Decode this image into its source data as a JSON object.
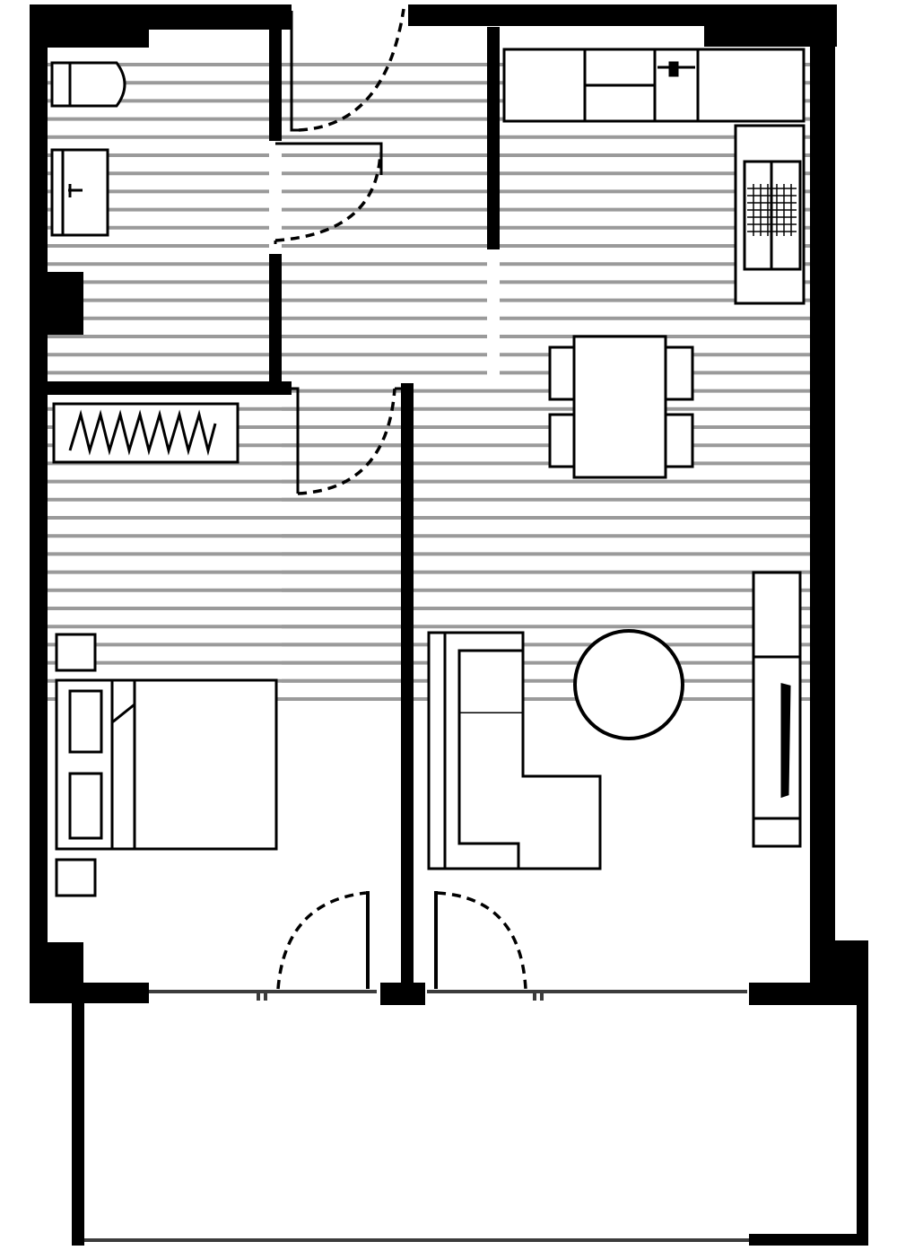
{
  "diagram": {
    "type": "apartment-floor-plan",
    "text_labels": [],
    "colors": {
      "wall": "#000000",
      "floor_hatch": "#9a9a9a",
      "background": "#ffffff",
      "window_rail": "#3c3c3c"
    },
    "rooms": [
      {
        "id": "bathroom",
        "floor": "hatched"
      },
      {
        "id": "hallway",
        "floor": "hatched"
      },
      {
        "id": "kitchen",
        "floor": "hatched"
      },
      {
        "id": "bedroom",
        "floor": "partially-hatched"
      },
      {
        "id": "living-room",
        "floor": "partially-hatched"
      },
      {
        "id": "balcony",
        "floor": "plain"
      }
    ],
    "fixtures": [
      "bathtub-icon",
      "sink-icon",
      "wardrobe-icon",
      "kitchen-counter-icon",
      "stove-icon",
      "dining-table-icon",
      "sofa-icon",
      "coffee-table-icon",
      "tv-unit-icon",
      "bed-icon",
      "nightstand-icon"
    ],
    "doors": [
      "entrance-door",
      "bathroom-door",
      "bedroom-door",
      "bedroom-balcony-door",
      "living-balcony-door"
    ]
  }
}
